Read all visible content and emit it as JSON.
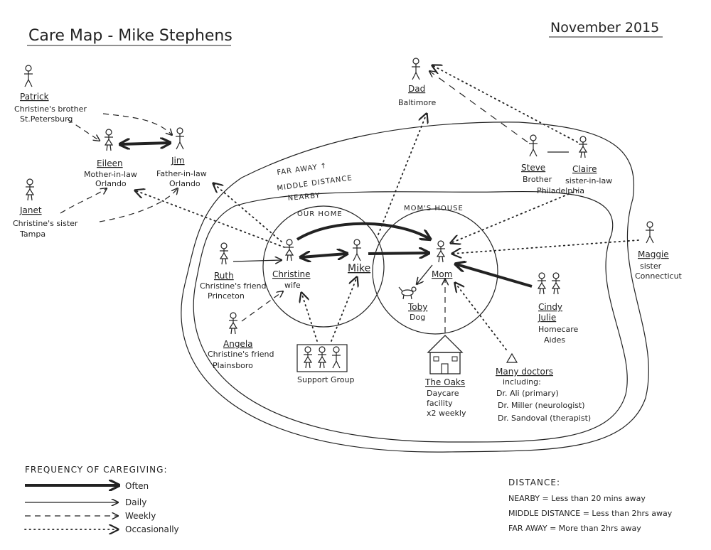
{
  "title": "Care Map - Mike Stephens",
  "date": "November 2015",
  "zones": {
    "far_away": "FAR AWAY ↑",
    "middle": "MIDDLE DISTANCE",
    "nearby": "NEARBY",
    "our_home": "OUR HOME",
    "moms_house": "MOM'S HOUSE"
  },
  "people": {
    "patrick": {
      "name": "Patrick",
      "desc1": "Christine's brother",
      "desc2": "St.Petersburg"
    },
    "eileen": {
      "name": "Eileen",
      "desc1": "Mother-in-law",
      "desc2": "Orlando"
    },
    "jim": {
      "name": "Jim",
      "desc1": "Father-in-law",
      "desc2": "Orlando"
    },
    "janet": {
      "name": "Janet",
      "desc1": "Christine's sister",
      "desc2": "Tampa"
    },
    "dad": {
      "name": "Dad",
      "desc1": "Baltimore"
    },
    "steve": {
      "name": "Steve",
      "desc1": "Brother"
    },
    "claire": {
      "name": "Claire",
      "desc1": "sister-in-law"
    },
    "philadelphia": "Philadelphia",
    "maggie": {
      "name": "Maggie",
      "desc1": "sister",
      "desc2": "Connecticut"
    },
    "ruth": {
      "name": "Ruth",
      "desc1": "Christine's friend",
      "desc2": "Princeton"
    },
    "christine": {
      "name": "Christine",
      "desc1": "wife"
    },
    "mike": {
      "name": "Mike"
    },
    "mom": {
      "name": "Mom"
    },
    "toby": {
      "name": "Toby",
      "desc1": "Dog"
    },
    "angela": {
      "name": "Angela",
      "desc1": "Christine's friend",
      "desc2": "Plainsboro"
    },
    "support": {
      "label": "Support Group"
    },
    "oaks": {
      "name": "The Oaks",
      "desc1": "Daycare",
      "desc2": "facility",
      "desc3": "x2 weekly"
    },
    "cindy": {
      "name": "Cindy"
    },
    "julie": {
      "name": "Julie",
      "desc1": "Homecare",
      "desc2": "Aides"
    },
    "doctors": {
      "name": "Many doctors",
      "desc1": "including:",
      "desc2": "Dr. Ali (primary)",
      "desc3": "Dr. Miller (neurologist)",
      "desc4": "Dr. Sandoval (therapist)"
    }
  },
  "legend": {
    "heading": "FREQUENCY OF CAREGIVING:",
    "often": "Often",
    "daily": "Daily",
    "weekly": "Weekly",
    "occasionally": "Occasionally"
  },
  "distance": {
    "heading": "DISTANCE:",
    "nearby": "NEARBY = Less than 20 mins away",
    "middle": "MIDDLE DISTANCE = Less than 2hrs away",
    "far": "FAR AWAY = More than 2hrs away"
  }
}
